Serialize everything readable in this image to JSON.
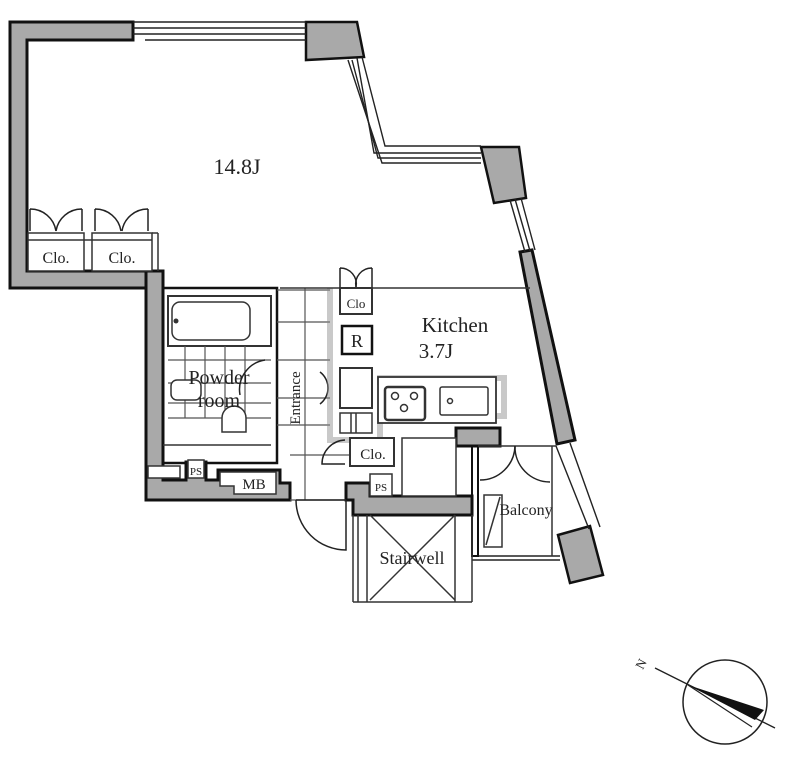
{
  "floor_plan": {
    "rooms": {
      "main_room": {
        "label": "14.8J"
      },
      "kitchen": {
        "label": "Kitchen",
        "size": "3.7J"
      },
      "powder_room": {
        "label_line1": "Powder",
        "label_line2": "room"
      },
      "entrance": {
        "label": "Entrance"
      },
      "balcony": {
        "label": "Balcony"
      },
      "stairwell": {
        "label": "Stairwell"
      }
    },
    "fixtures": {
      "closet_1": "Clo.",
      "closet_2": "Clo.",
      "closet_kitchen": "Clo",
      "closet_entrance": "Clo.",
      "refrigerator": "R",
      "pipe_shaft_1": "PS",
      "pipe_shaft_2": "PS",
      "meter_box": "MB"
    },
    "compass": {
      "north_label": "N"
    },
    "colors": {
      "wall_fill": "#a9a9a9",
      "line": "#111111",
      "background": "#ffffff"
    }
  }
}
